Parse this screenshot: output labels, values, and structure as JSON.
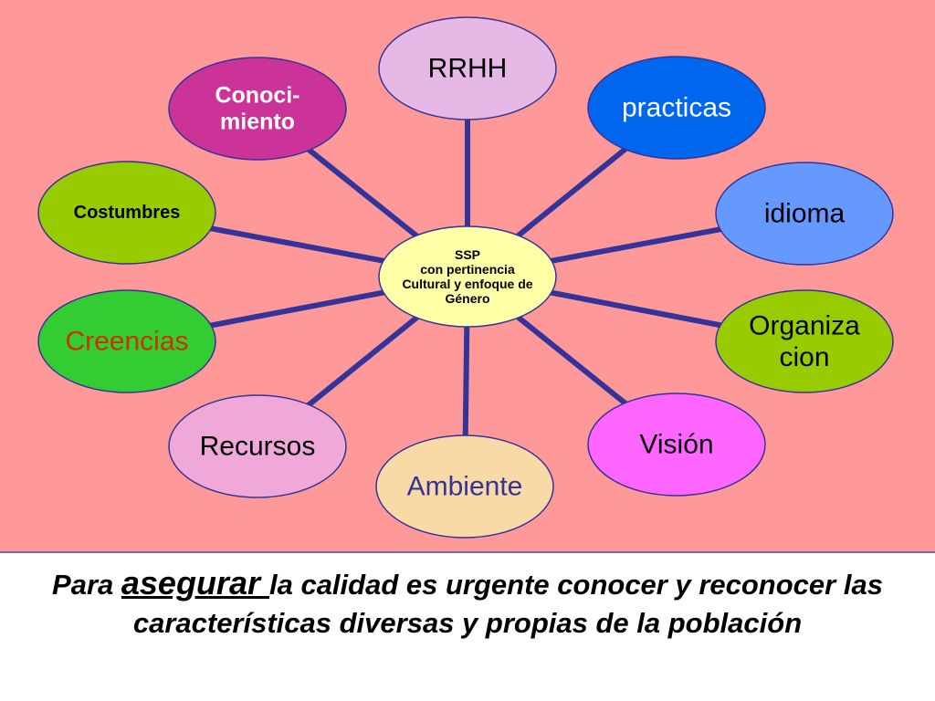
{
  "diagram": {
    "center": {
      "lines": [
        "SSP",
        "con pertinencia",
        "Cultural y enfoque de",
        "Género"
      ],
      "fill": "#ffffa8",
      "text_color": "#000000"
    },
    "spoke_color": "#333399",
    "nodes": [
      {
        "id": "rrhh",
        "lines": [
          "RRHH"
        ],
        "fill": "#e6b8e6",
        "text_color": "#000000",
        "bold": false
      },
      {
        "id": "practicas",
        "lines": [
          "practicas"
        ],
        "fill": "#0066ee",
        "text_color": "#ffffff",
        "bold": false
      },
      {
        "id": "idioma",
        "lines": [
          "idioma"
        ],
        "fill": "#6699ff",
        "text_color": "#000000",
        "bold": false
      },
      {
        "id": "organizacion",
        "lines": [
          "Organiza",
          "cion"
        ],
        "fill": "#99cc00",
        "text_color": "#000000",
        "bold": false
      },
      {
        "id": "vision",
        "lines": [
          "Visión"
        ],
        "fill": "#ff66ff",
        "text_color": "#000000",
        "bold": false
      },
      {
        "id": "ambiente",
        "lines": [
          "Ambiente"
        ],
        "fill": "#f9d9a6",
        "text_color": "#333399",
        "bold": false
      },
      {
        "id": "recursos",
        "lines": [
          "Recursos"
        ],
        "fill": "#f0a8d8",
        "text_color": "#000000",
        "bold": false
      },
      {
        "id": "creencias",
        "lines": [
          "Creencias"
        ],
        "fill": "#33cc33",
        "text_color": "#cc3300",
        "bold": false
      },
      {
        "id": "costumbres",
        "lines": [
          "Costumbres"
        ],
        "fill": "#99cc00",
        "text_color": "#000000",
        "bold": true
      },
      {
        "id": "conocimiento",
        "lines": [
          "Conoci-",
          "miento"
        ],
        "fill": "#cc3399",
        "text_color": "#ffffff",
        "bold": true
      }
    ]
  },
  "caption": {
    "before": "Para ",
    "emphasis": "asegurar ",
    "after": "la calidad es urgente conocer y reconocer las características diversas y propias de la población"
  }
}
